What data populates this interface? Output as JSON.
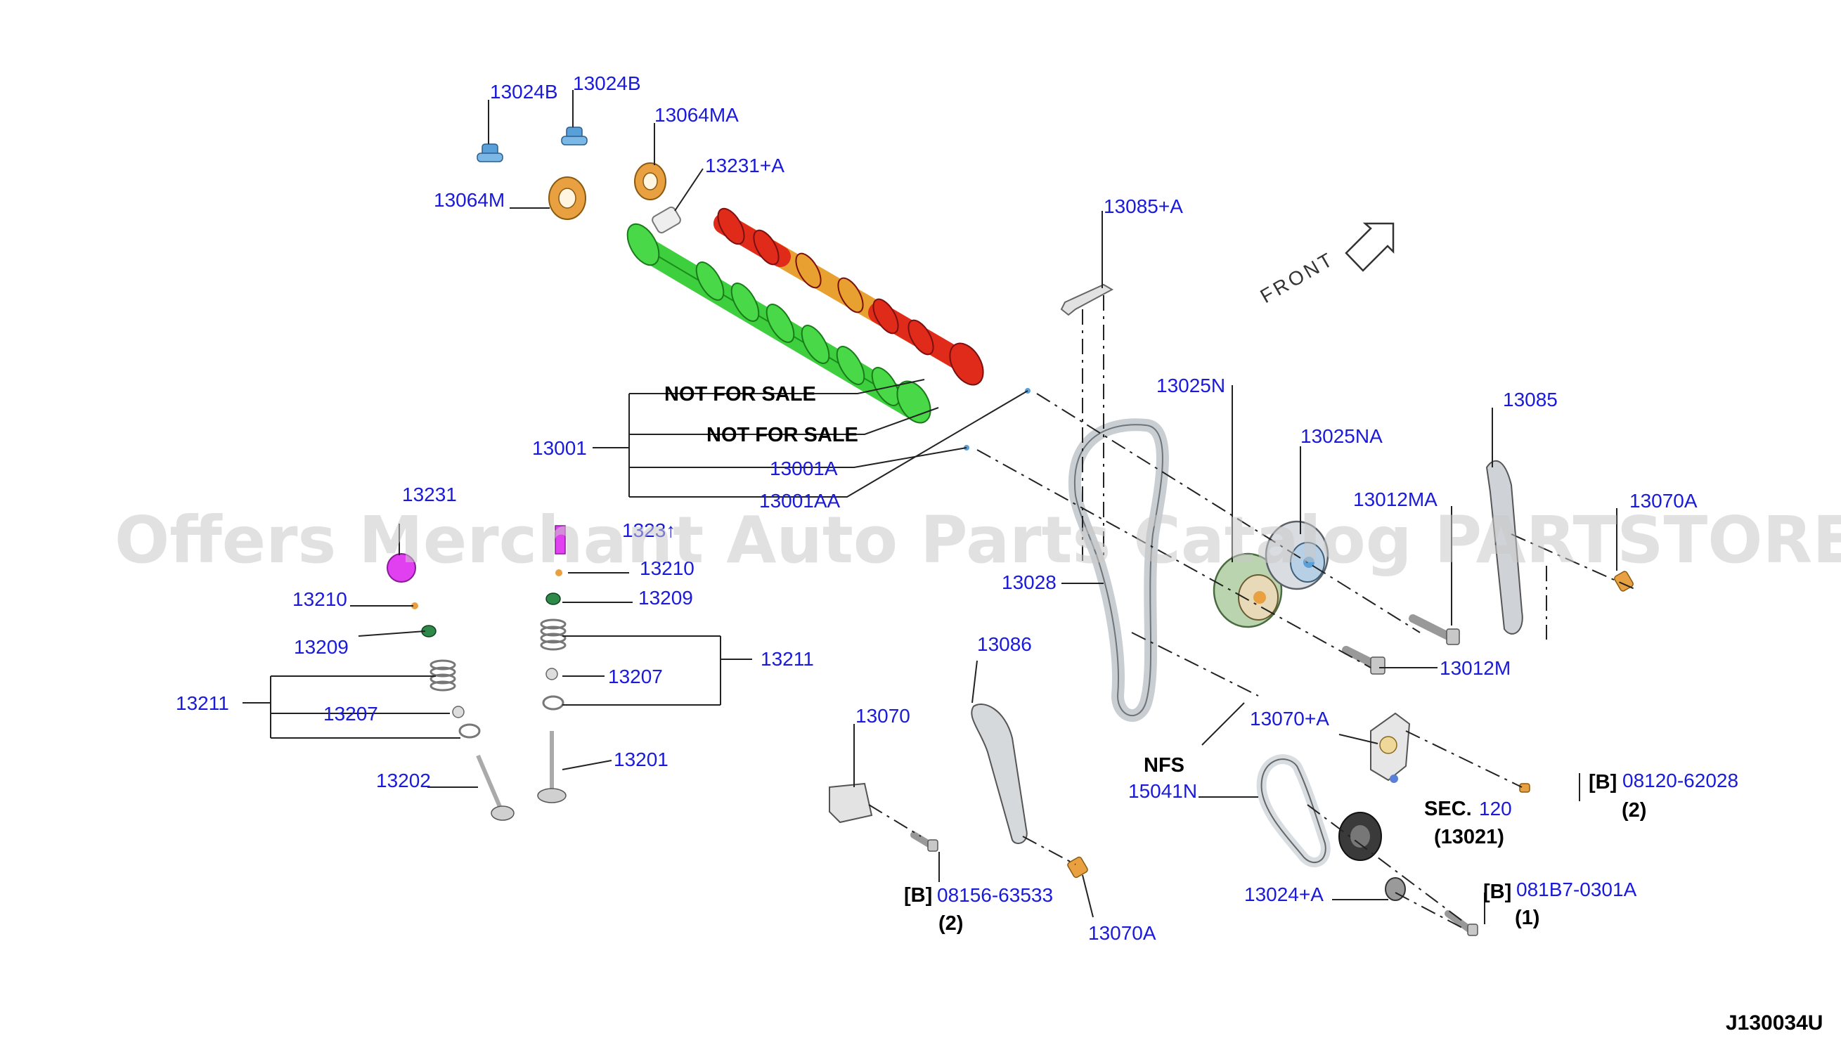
{
  "watermark": "Offers Merchant Auto Parts Catalog PARTSTORE.SA",
  "front_label": "FRONT",
  "diagram_code": "J130034U",
  "labels": {
    "l13024B_a": "13024B",
    "l13024B_b": "13024B",
    "l13064MA": "13064MA",
    "l13064M": "13064M",
    "l13231A_top": "13231+A",
    "l13085A": "13085+A",
    "l13025N": "13025N",
    "l13025NA": "13025NA",
    "l13085": "13085",
    "l13012MA": "13012MA",
    "l13070A_r": "13070A",
    "l13001": "13001",
    "nfs1": "NOT FOR SALE",
    "nfs2": "NOT FOR SALE",
    "l13001A": "13001A",
    "l13001AA": "13001AA",
    "l13231": "13231",
    "l13231_b": "1323↑",
    "l13210_l": "13210",
    "l13210_r": "13210",
    "l13209_l": "13209",
    "l13209_r": "13209",
    "l13211_r": "13211",
    "l13207_r": "13207",
    "l13211_l": "13211",
    "l13207_l": "13207",
    "l13202": "13202",
    "l13201": "13201",
    "l13028": "13028",
    "l13012M": "13012M",
    "l13086": "13086",
    "l13070": "13070",
    "l13070A_b": "13070A",
    "l13070plusA": "13070+A",
    "nfs_short": "NFS",
    "l15041N": "15041N",
    "b_08156_tag": "[B]",
    "b_08156": "08156-63533",
    "b_08156_qty": "(2)",
    "b_08120_tag": "[B]",
    "b_08120": "08120-62028",
    "b_08120_qty": "(2)",
    "sec_prefix": "SEC.",
    "sec_num": "120",
    "sec_ref": "(13021)",
    "l13024A": "13024+A",
    "b_081B7_tag": "[B]",
    "b_081B7": "081B7-0301A",
    "b_081B7_qty": "(1)"
  },
  "colors": {
    "label_blue": "#1a1adb",
    "camshaft_intake": "#3ecf3e",
    "camshaft_exhaust": "#e02a1a",
    "camshaft_exhaust_mid": "#e8a030",
    "magenta_part": "#e040f0",
    "bolt_blue": "#5aa0d8",
    "sprocket_orange": "#e8a040",
    "chain_grey": "#d8dde2"
  }
}
